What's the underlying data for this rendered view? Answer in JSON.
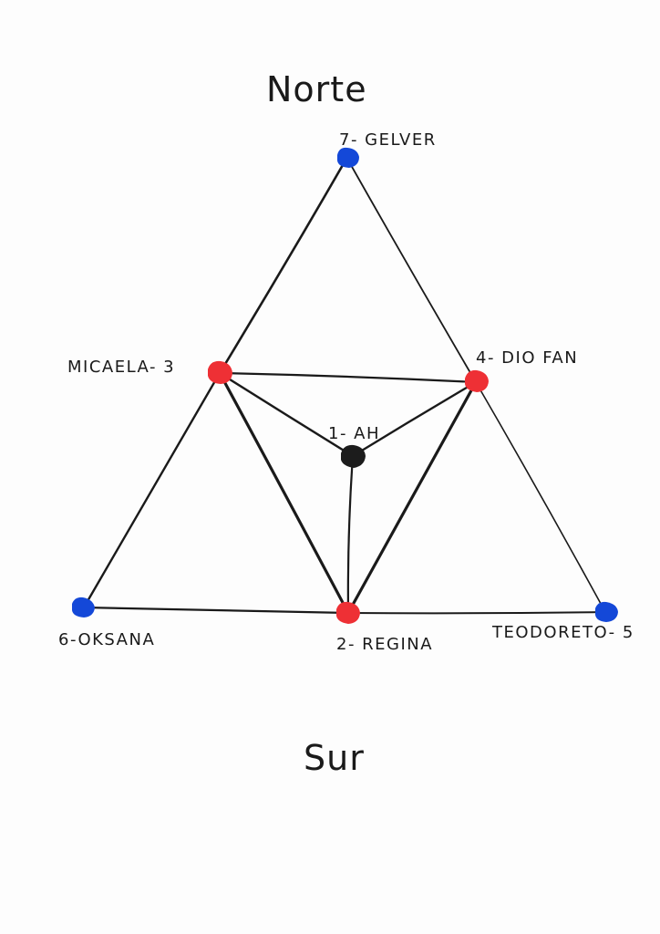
{
  "directions": {
    "north": "Norte",
    "south": "Sur"
  },
  "colors": {
    "background": "#fdfdfd",
    "ink": "#1a1a1a",
    "red": "#ee3035",
    "blue": "#1448d8",
    "black": "#1c1c1c"
  },
  "nodes": [
    {
      "id": "n1",
      "label": "1- AH",
      "color": "black"
    },
    {
      "id": "n2",
      "label": "2- REGINA",
      "color": "red"
    },
    {
      "id": "n3",
      "label": "MICAELA- 3",
      "color": "red"
    },
    {
      "id": "n4",
      "label": "4- DIO FAN",
      "color": "red"
    },
    {
      "id": "n5",
      "label": "TEODORETO- 5",
      "color": "blue"
    },
    {
      "id": "n6",
      "label": "6-OKSANA",
      "color": "blue"
    },
    {
      "id": "n7",
      "label": "7- GELVER",
      "color": "blue"
    }
  ],
  "edges": [
    [
      "n7",
      "n3"
    ],
    [
      "n7",
      "n4"
    ],
    [
      "n3",
      "n6"
    ],
    [
      "n4",
      "n5"
    ],
    [
      "n6",
      "n2"
    ],
    [
      "n2",
      "n5"
    ],
    [
      "n3",
      "n4"
    ],
    [
      "n3",
      "n2"
    ],
    [
      "n4",
      "n2"
    ],
    [
      "n3",
      "n1"
    ],
    [
      "n4",
      "n1"
    ],
    [
      "n1",
      "n2"
    ]
  ]
}
